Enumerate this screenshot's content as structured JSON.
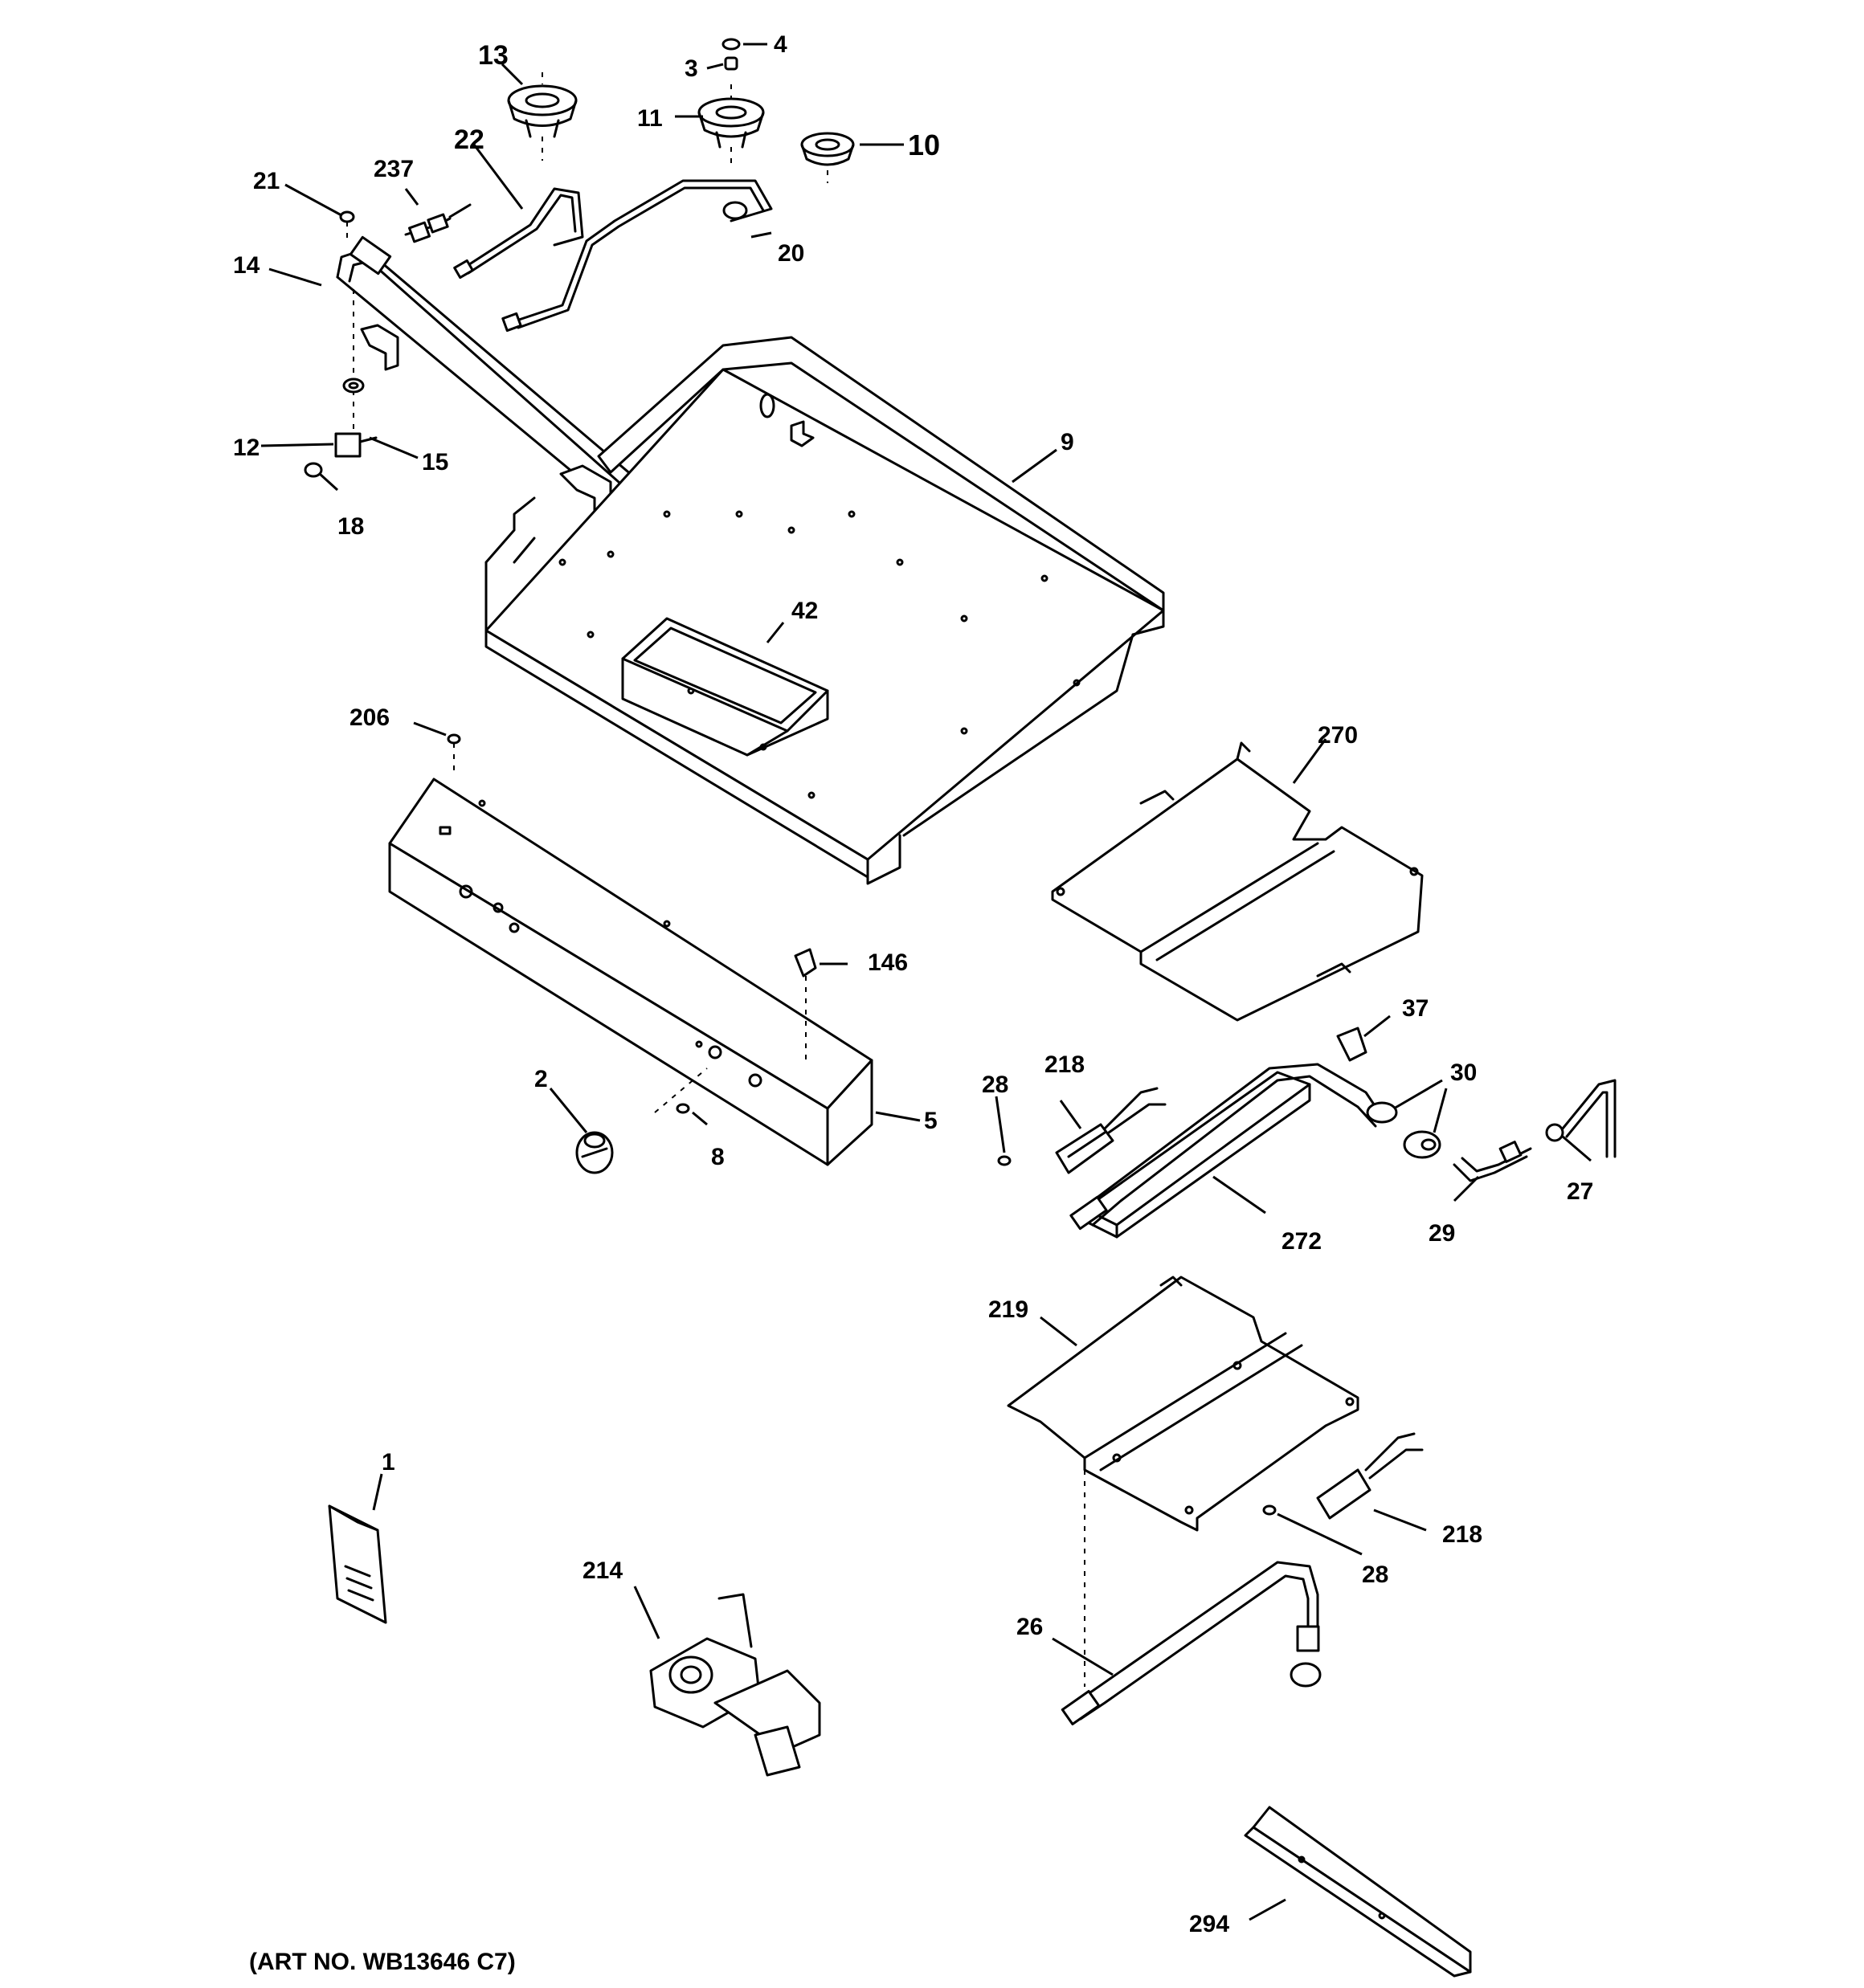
{
  "art_number": "(ART NO. WB13646 C7)",
  "callouts": {
    "c1": "1",
    "c2": "2",
    "c3": "3",
    "c4": "4",
    "c5": "5",
    "c8": "8",
    "c9": "9",
    "c10": "10",
    "c11": "11",
    "c12": "12",
    "c13": "13",
    "c14": "14",
    "c15": "15",
    "c18": "18",
    "c20": "20",
    "c21": "21",
    "c22": "22",
    "c26": "26",
    "c27": "27",
    "c28a": "28",
    "c28b": "28",
    "c29": "29",
    "c30": "30",
    "c37": "37",
    "c42": "42",
    "c146": "146",
    "c206": "206",
    "c214": "214",
    "c218a": "218",
    "c218b": "218",
    "c219": "219",
    "c237": "237",
    "c270": "270",
    "c272": "272",
    "c294": "294"
  }
}
